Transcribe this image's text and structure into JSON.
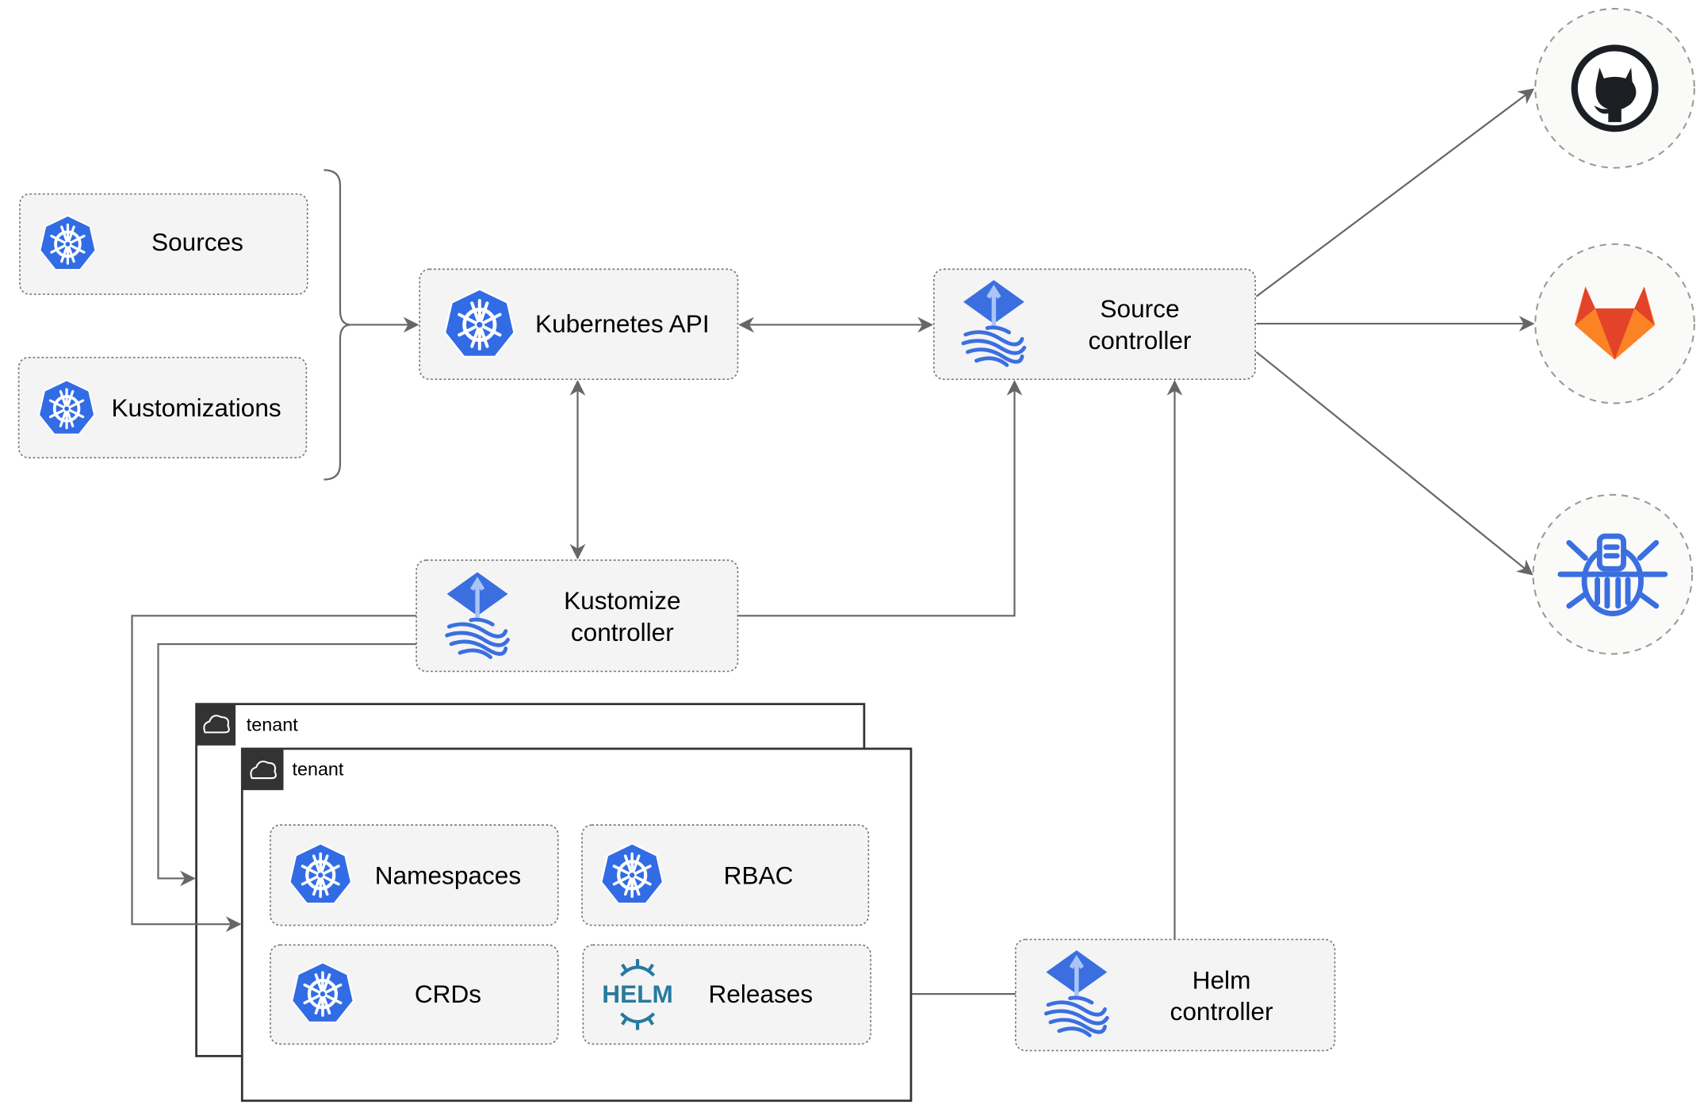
{
  "nodes": {
    "sources": "Sources",
    "kustomizations": "Kustomizations",
    "kubernetes_api": "Kubernetes API",
    "source_controller": [
      "Source",
      "controller"
    ],
    "kustomize_controller": [
      "Kustomize",
      "controller"
    ],
    "helm_controller": [
      "Helm",
      "controller"
    ],
    "namespaces": "Namespaces",
    "rbac": "RBAC",
    "crds": "CRDs",
    "releases": "Releases"
  },
  "tenants": [
    "tenant",
    "tenant"
  ],
  "helm_logo_text": "HELM",
  "external_sources": [
    "github-icon",
    "gitlab-icon",
    "harbor-registry-icon"
  ],
  "colors": {
    "kubernetes_blue": "#326CE5",
    "flux_blue": "#3B6FE0",
    "helm_teal": "#277A9F",
    "gitlab_orange": "#E24329",
    "github_dark": "#1B1F23",
    "edge": "#666666"
  }
}
